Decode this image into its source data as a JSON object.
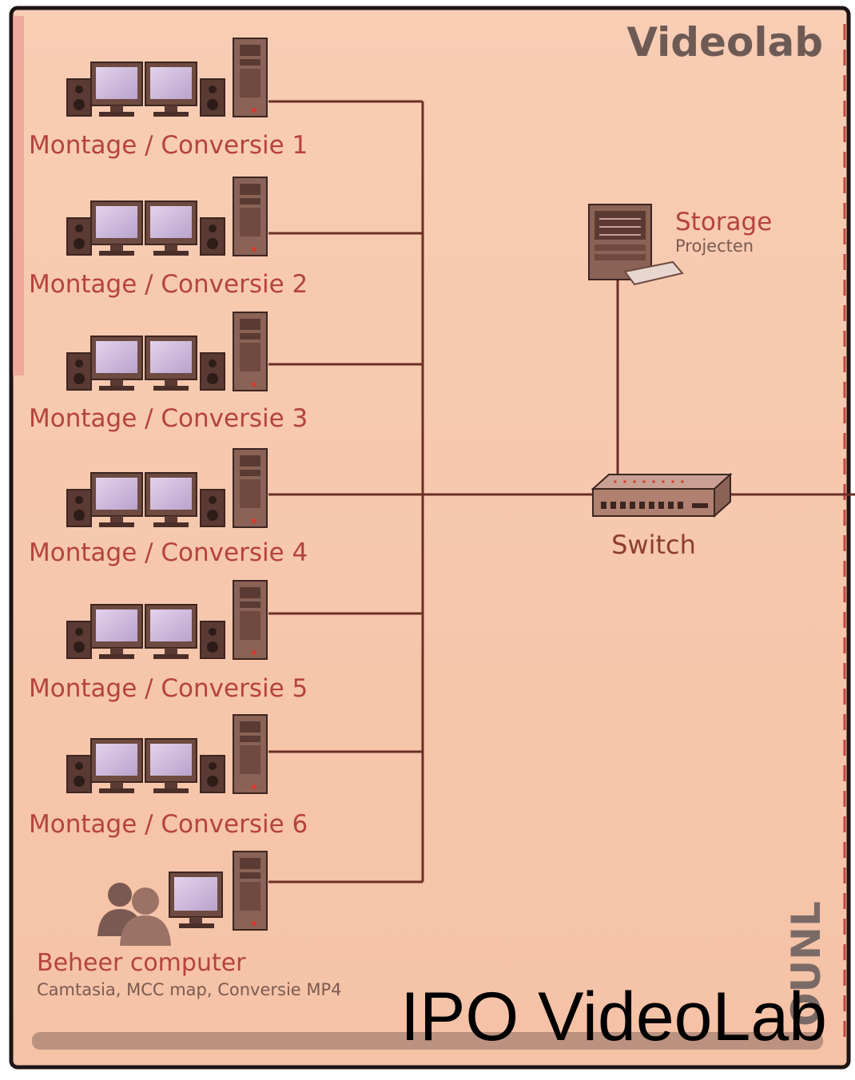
{
  "header": {
    "title": "Videolab"
  },
  "workstations": [
    {
      "label": "Montage / Conversie 1"
    },
    {
      "label": "Montage / Conversie 2"
    },
    {
      "label": "Montage / Conversie 3"
    },
    {
      "label": "Montage / Conversie 4"
    },
    {
      "label": "Montage / Conversie 5"
    },
    {
      "label": "Montage / Conversie 6"
    }
  ],
  "admin": {
    "label": "Beheer computer",
    "sublabel": "Camtasia, MCC map, Conversie MP4"
  },
  "storage": {
    "label": "Storage",
    "sublabel": "Projecten"
  },
  "switch": {
    "label": "Switch"
  },
  "side_label": "OUNL",
  "caption": "IPO VideoLab",
  "colors": {
    "background": "#f7c8ae",
    "wire": "#6b2f25",
    "label_red": "#b5433c",
    "screen": "#c9b4d8"
  },
  "icons": [
    "workstation-icon",
    "server-icon",
    "users-icon",
    "storage-server-icon",
    "network-switch-icon"
  ]
}
